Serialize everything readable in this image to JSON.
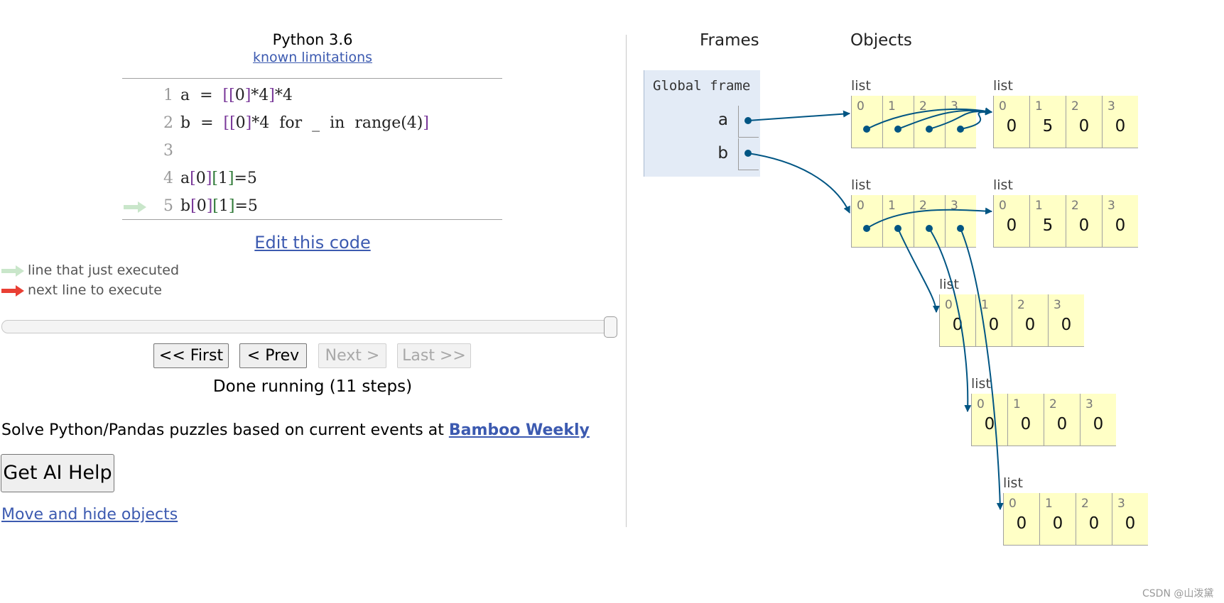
{
  "header": {
    "language": "Python 3.6",
    "limitations_link": "known limitations"
  },
  "code": [
    {
      "no": "1",
      "tokens": [
        [
          "a  =  ",
          ""
        ],
        [
          "[[",
          "br"
        ],
        [
          "0",
          ""
        ],
        [
          "]",
          "br"
        ],
        [
          "*4",
          ""
        ],
        [
          "]",
          "br"
        ],
        [
          "*4",
          ""
        ]
      ]
    },
    {
      "no": "2",
      "tokens": [
        [
          "b  =  ",
          ""
        ],
        [
          "[[",
          "br"
        ],
        [
          "0",
          ""
        ],
        [
          "]",
          "br"
        ],
        [
          "*4  for  _  in  range(4)",
          ""
        ],
        [
          "]",
          "br"
        ]
      ]
    },
    {
      "no": "3",
      "tokens": []
    },
    {
      "no": "4",
      "tokens": [
        [
          "a",
          ""
        ],
        [
          "[",
          "br"
        ],
        [
          "0",
          ""
        ],
        [
          "]",
          "br"
        ],
        [
          "[",
          "br2"
        ],
        [
          "1",
          ""
        ],
        [
          "]",
          "br2"
        ],
        [
          "=5",
          ""
        ]
      ]
    },
    {
      "no": "5",
      "tokens": [
        [
          "b",
          ""
        ],
        [
          "[",
          "br"
        ],
        [
          "0",
          ""
        ],
        [
          "]",
          "br"
        ],
        [
          "[",
          "br2"
        ],
        [
          "1",
          ""
        ],
        [
          "]",
          "br2"
        ],
        [
          "=5",
          ""
        ]
      ],
      "arrow": "last-executed"
    }
  ],
  "edit_link": "Edit this code",
  "legend": {
    "executed": "line that just executed",
    "next": "next line to execute"
  },
  "colors": {
    "executed_arrow": "#c9e6ca",
    "next_arrow": "#e93f34",
    "pointer": "#005583",
    "frame_bg": "#e3ebf6",
    "list_bg": "#ffffc6",
    "link": "#3c5ab0"
  },
  "slider": {
    "position": 1.0
  },
  "nav": {
    "first": "<< First",
    "prev": "< Prev",
    "next": "Next >",
    "last": "Last >>"
  },
  "status": "Done running (11 steps)",
  "promo": {
    "text": "Solve Python/Pandas puzzles based on current events at ",
    "link": "Bamboo Weekly"
  },
  "ai_help": "Get AI Help",
  "move_link": "Move and hide objects",
  "viz": {
    "frames_label": "Frames",
    "objects_label": "Objects",
    "global_frame": "Global frame",
    "vars": [
      "a",
      "b"
    ],
    "list_label": "list",
    "lists": [
      {
        "id": "a_outer",
        "values": [
          "",
          "",
          "",
          ""
        ]
      },
      {
        "id": "a_inner",
        "values": [
          "0",
          "5",
          "0",
          "0"
        ]
      },
      {
        "id": "b_outer",
        "values": [
          "",
          "",
          "",
          ""
        ]
      },
      {
        "id": "b_row0",
        "values": [
          "0",
          "5",
          "0",
          "0"
        ]
      },
      {
        "id": "b_row1",
        "values": [
          "0",
          "0",
          "0",
          "0"
        ]
      },
      {
        "id": "b_row2",
        "values": [
          "0",
          "0",
          "0",
          "0"
        ]
      },
      {
        "id": "b_row3",
        "values": [
          "0",
          "0",
          "0",
          "0"
        ]
      }
    ],
    "indices": [
      "0",
      "1",
      "2",
      "3"
    ]
  },
  "watermark": "CSDN @山泼黛"
}
